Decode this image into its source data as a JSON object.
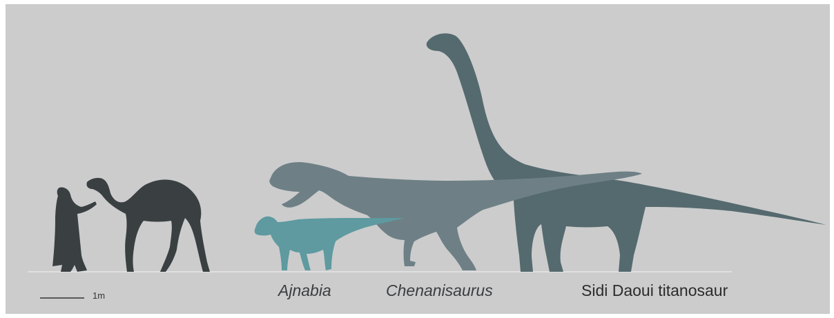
{
  "scale_bar": {
    "label": "1m"
  },
  "labels": {
    "ajnabia": "Ajnabia",
    "chenanisaurus": "Chenanisaurus",
    "titanosaur": "Sidi Daoui titanosaur"
  },
  "colors": {
    "background": "#cccccd",
    "human_camel": "#3a4042",
    "ajnabia": "#5e9aa0",
    "chenanisaurus": "#6e8086",
    "titanosaur": "#556a6e"
  },
  "silhouettes": [
    "human",
    "camel",
    "ajnabia",
    "chenanisaurus",
    "titanosaur"
  ]
}
